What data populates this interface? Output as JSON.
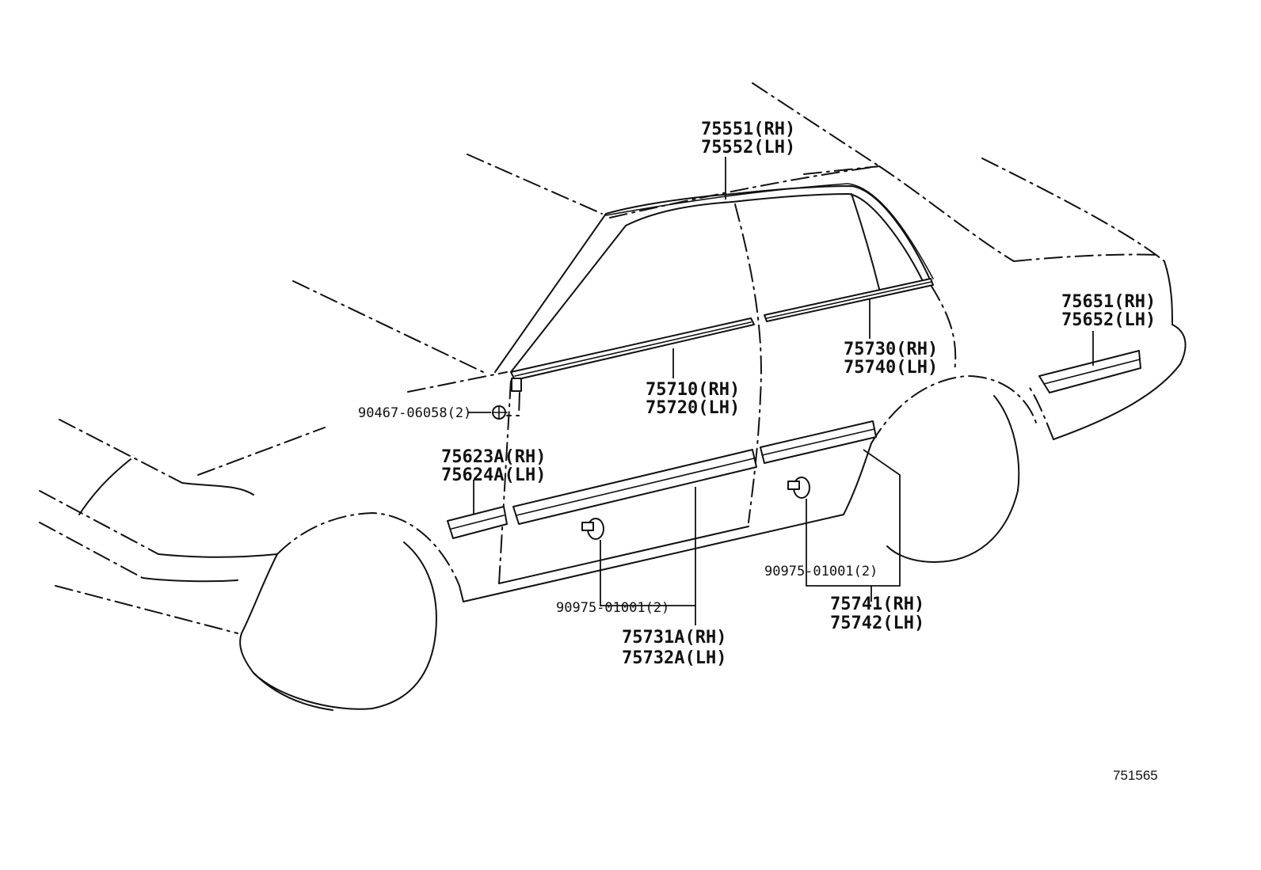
{
  "labels": {
    "roof_moulding": {
      "rh": "75551(RH)",
      "lh": "75552(LH)"
    },
    "front_belt_moulding": {
      "rh": "75710(RH)",
      "lh": "75720(LH)"
    },
    "rear_belt_moulding": {
      "rh": "75730(RH)",
      "lh": "75740(LH)"
    },
    "front_fender_moulding": {
      "rh": "75623A(RH)",
      "lh": "75624A(LH)"
    },
    "front_door_moulding": {
      "rh": "75731A(RH)",
      "lh": "75732A(LH)"
    },
    "rear_door_moulding": {
      "rh": "75741(RH)",
      "lh": "75742(LH)"
    },
    "quarter_moulding": {
      "rh": "75651(RH)",
      "lh": "75652(LH)"
    },
    "screw": "90467-06058(2)",
    "front_clip": "90975-01001(2)",
    "rear_clip": "90975-01001(2)"
  },
  "diagram_ref": "751565"
}
